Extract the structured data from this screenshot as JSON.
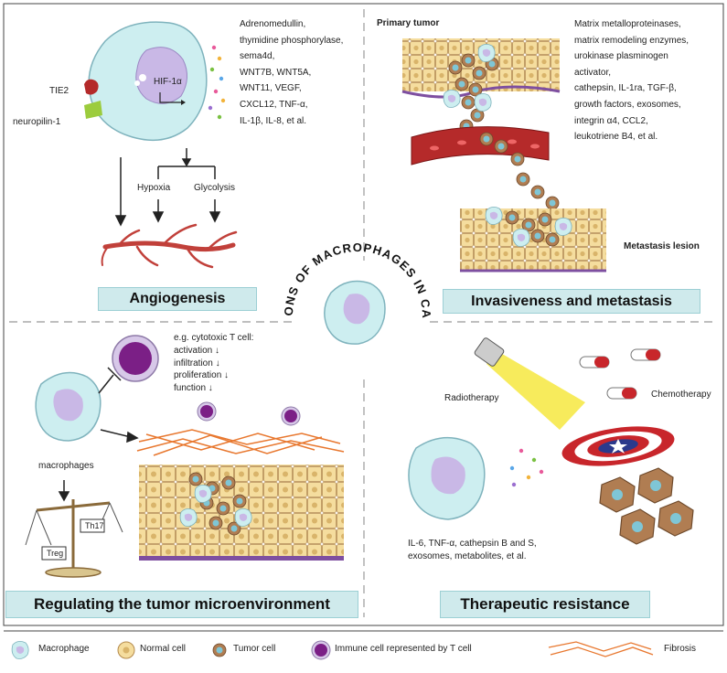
{
  "center": {
    "title": "FUNCTIONS OF MACROPHAGES IN CANCERS"
  },
  "angiogenesis": {
    "title": "Angiogenesis",
    "receptor1": "TIE2",
    "receptor2": "neuropilin-1",
    "gene": "HIF-1α",
    "factors": [
      "Adrenomedullin,",
      "thymidine phosphorylase,",
      "sema4d,",
      "WNT7B, WNT5A,",
      "WNT11, VEGF,",
      "CXCL12, TNF-α,",
      "IL-1β, IL-8, et al."
    ],
    "branch_left": "Hypoxia",
    "branch_right": "Glycolysis"
  },
  "invasiveness": {
    "title": "Invasiveness and metastasis",
    "primary_label": "Primary tumor",
    "metastasis_label": "Metastasis lesion",
    "factors": [
      "Matrix metalloproteinases,",
      "matrix remodeling enzymes,",
      "urokinase plasminogen",
      "activator,",
      "cathepsin, IL-1ra, TGF-β,",
      "growth factors, exosomes,",
      "integrin α4, CCL2,",
      "leukotriene B4, et al."
    ]
  },
  "microenvironment": {
    "title": "Regulating the tumor microenvironment",
    "effects_heading": "e.g. cytotoxic T cell:",
    "effects": [
      "activation ↓",
      "infiltration ↓",
      "proliferation ↓",
      "function ↓"
    ],
    "macrophages_label": "macrophages",
    "scale_left": "Treg",
    "scale_right": "Th17"
  },
  "resistance": {
    "title": "Therapeutic resistance",
    "radiotherapy": "Radiotherapy",
    "chemotherapy": "Chemotherapy",
    "factors": [
      "IL-6, TNF-α, cathepsin B and S,",
      "exosomes, metabolites, et al."
    ]
  },
  "legend": [
    {
      "label": "Macrophage",
      "icon": "macrophage-icon"
    },
    {
      "label": "Normal cell",
      "icon": "normal-cell-icon"
    },
    {
      "label": "Tumor cell",
      "icon": "tumor-cell-icon"
    },
    {
      "label": "Immune cell represented by T cell",
      "icon": "t-cell-icon"
    },
    {
      "label": "Fibrosis",
      "icon": "fibrosis-icon"
    }
  ],
  "colors": {
    "macrophage_body": "#cdeef0",
    "nucleus": "#c9b8e6",
    "normal_cell": "#f5dd9e",
    "tumor_cell": "#b07d52",
    "t_cell": "#7b1f86",
    "vessel": "#b52a2a",
    "fibrosis": "#e8772e",
    "title_box": "#cfeaec"
  }
}
